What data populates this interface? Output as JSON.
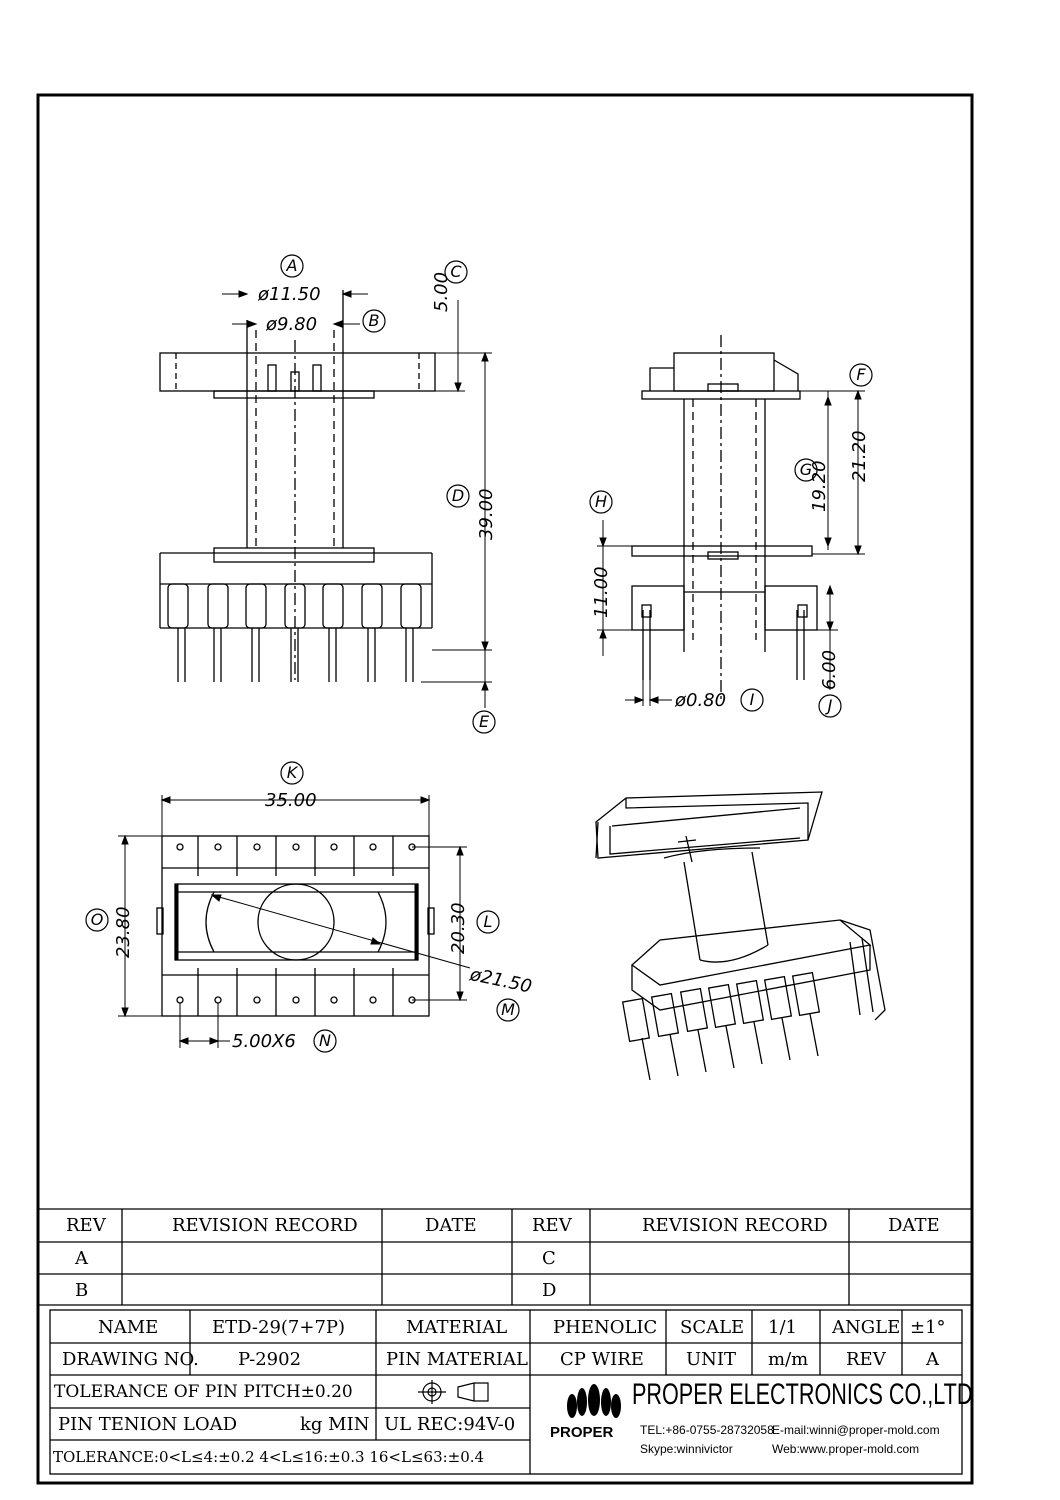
{
  "drawing": {
    "top_view_dims": {
      "A": "A",
      "d_a": "ø11.50",
      "B": "B",
      "d_b": "ø9.80",
      "C": "C",
      "d_c": "5.00",
      "D": "D",
      "d_d": "39.00",
      "E": "E"
    },
    "side_view_dims": {
      "F": "F",
      "G": "G",
      "d_g": "19.20",
      "d_f": "21.20",
      "H": "H",
      "d_h": "11.00",
      "I": "I",
      "d_i": "ø0.80",
      "J": "J",
      "d_j": "6.00"
    },
    "bottom_view_dims": {
      "K": "K",
      "d_k": "35.00",
      "O": "O",
      "d_o": "23.80",
      "L": "L",
      "d_l": "20.30",
      "M": "M",
      "d_m": "ø21.50",
      "N": "N",
      "d_n": "5.00X6"
    }
  },
  "revision_table": {
    "headers": [
      "REV",
      "REVISION RECORD",
      "DATE",
      "REV",
      "REVISION RECORD",
      "DATE"
    ],
    "rows": [
      [
        "A",
        "",
        "",
        "C",
        "",
        ""
      ],
      [
        "B",
        "",
        "",
        "D",
        "",
        ""
      ]
    ]
  },
  "title_block": {
    "name_label": "NAME",
    "name_value": "ETD-29(7+7P)",
    "material_label": "MATERIAL",
    "material_value": "PHENOLIC",
    "scale_label": "SCALE",
    "scale_value": "1/1",
    "angle_label": "ANGLE",
    "angle_value": "±1°",
    "drawing_no_label": "DRAWING NO.",
    "drawing_no_value": "P-2902",
    "pin_material_label": "PIN MATERIAL",
    "pin_material_value": "CP WIRE",
    "unit_label": "UNIT",
    "unit_value": "m/m",
    "rev_label": "REV",
    "rev_value": "A",
    "tolerance_pin_pitch": "TOLERANCE OF PIN PITCH±0.20",
    "pin_tension_label": "PIN TENION LOAD",
    "pin_tension_unit": "kg MIN",
    "ul_rec": "UL REC:94V-0",
    "tolerance_line": "TOLERANCE:0<L≤4:±0.2  4<L≤16:±0.3  16<L≤63:±0.4",
    "logo_text": "PROPER",
    "company": "PROPER ELECTRONICS CO.,LTD",
    "tel": "TEL:+86-0755-28732058",
    "email": "E-mail:winni@proper-mold.com",
    "skype": "Skype:winnivictor",
    "web": "Web:www.proper-mold.com"
  }
}
